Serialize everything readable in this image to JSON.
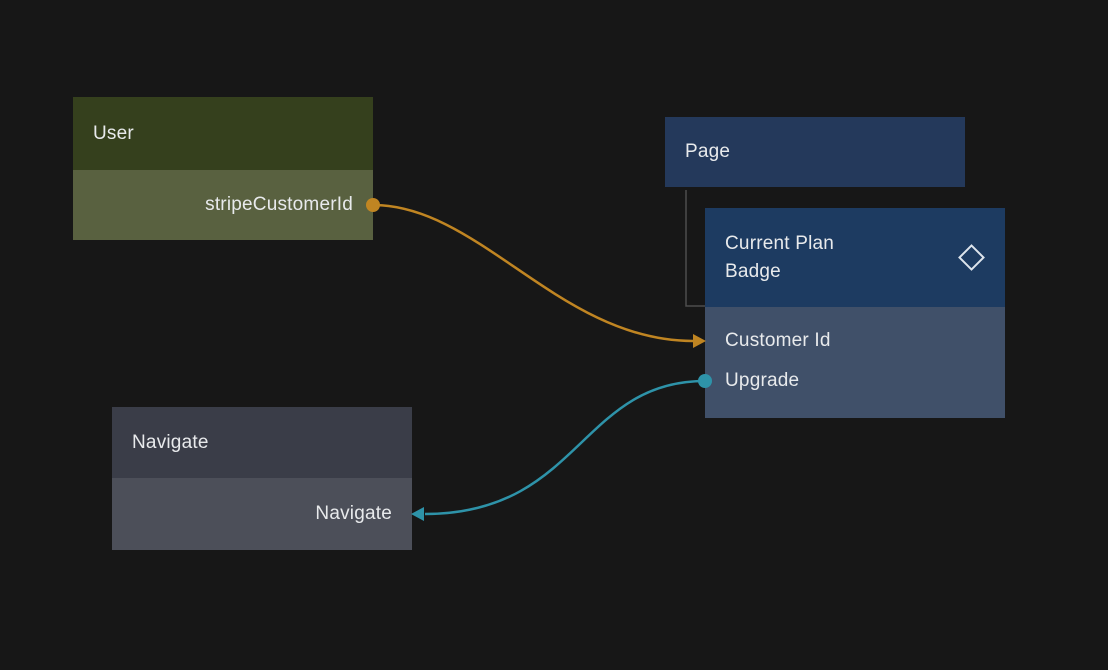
{
  "canvas": {
    "background": "#171717"
  },
  "nodes": {
    "user": {
      "title": "User",
      "ports": {
        "output": "stripeCustomerId"
      },
      "colors": {
        "header": "#35401d",
        "body": "#596140",
        "port": "#c08522"
      }
    },
    "page": {
      "title": "Page",
      "colors": {
        "header": "#24395b"
      }
    },
    "current_plan_badge": {
      "title": "Current Plan Badge",
      "icon": "diamond-component-icon",
      "ports": {
        "inputs": [
          "Customer Id",
          "Upgrade"
        ]
      },
      "colors": {
        "header": "#1d3b61",
        "body": "#405069",
        "upgrade_port": "#2e93a9"
      }
    },
    "navigate": {
      "title": "Navigate",
      "ports": {
        "input": "Navigate"
      },
      "colors": {
        "header": "#3a3d48",
        "body": "#4c4f59"
      }
    }
  },
  "connections": [
    {
      "from": "User.stripeCustomerId",
      "to": "Current Plan Badge.Customer Id",
      "color": "#c08522"
    },
    {
      "from": "Current Plan Badge.Upgrade",
      "to": "Navigate.Navigate",
      "color": "#2e93a9"
    }
  ],
  "hierarchy": [
    {
      "parent": "Page",
      "child": "Current Plan Badge"
    }
  ]
}
